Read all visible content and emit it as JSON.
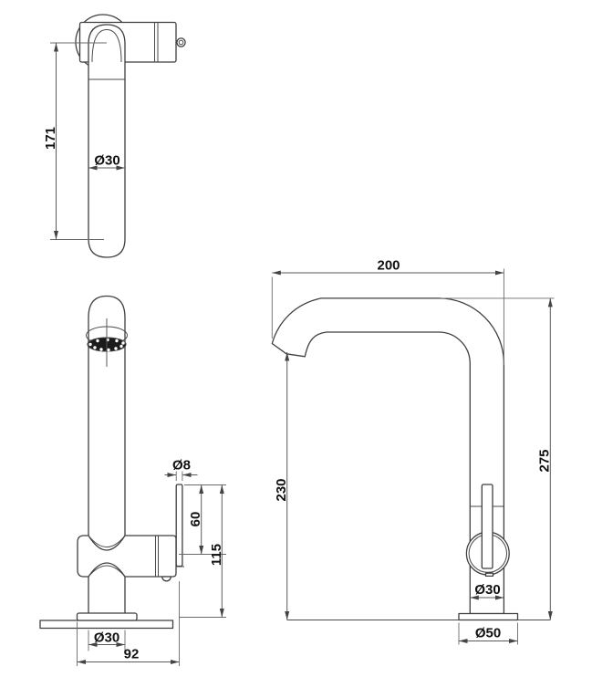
{
  "drawing": {
    "type": "faucet-dimension-drawing",
    "background_color": "#ffffff",
    "line_color": "#3f3f3f",
    "dimension_line_color": "#5a5a5a",
    "text_color": "#111111"
  },
  "views": {
    "top": {
      "spout_projected_length": "171",
      "spout_tube_diameter": "Ø30"
    },
    "front": {
      "lever_rod_diameter": "Ø8",
      "lever_rod_length": "60",
      "lever_top_height": "115",
      "base_tube_diameter": "Ø30",
      "footprint_width": "92"
    },
    "side": {
      "spout_reach": "200",
      "spout_outlet_height": "230",
      "total_height": "275",
      "riser_diameter": "Ø30",
      "base_flange_diameter": "Ø50"
    }
  }
}
